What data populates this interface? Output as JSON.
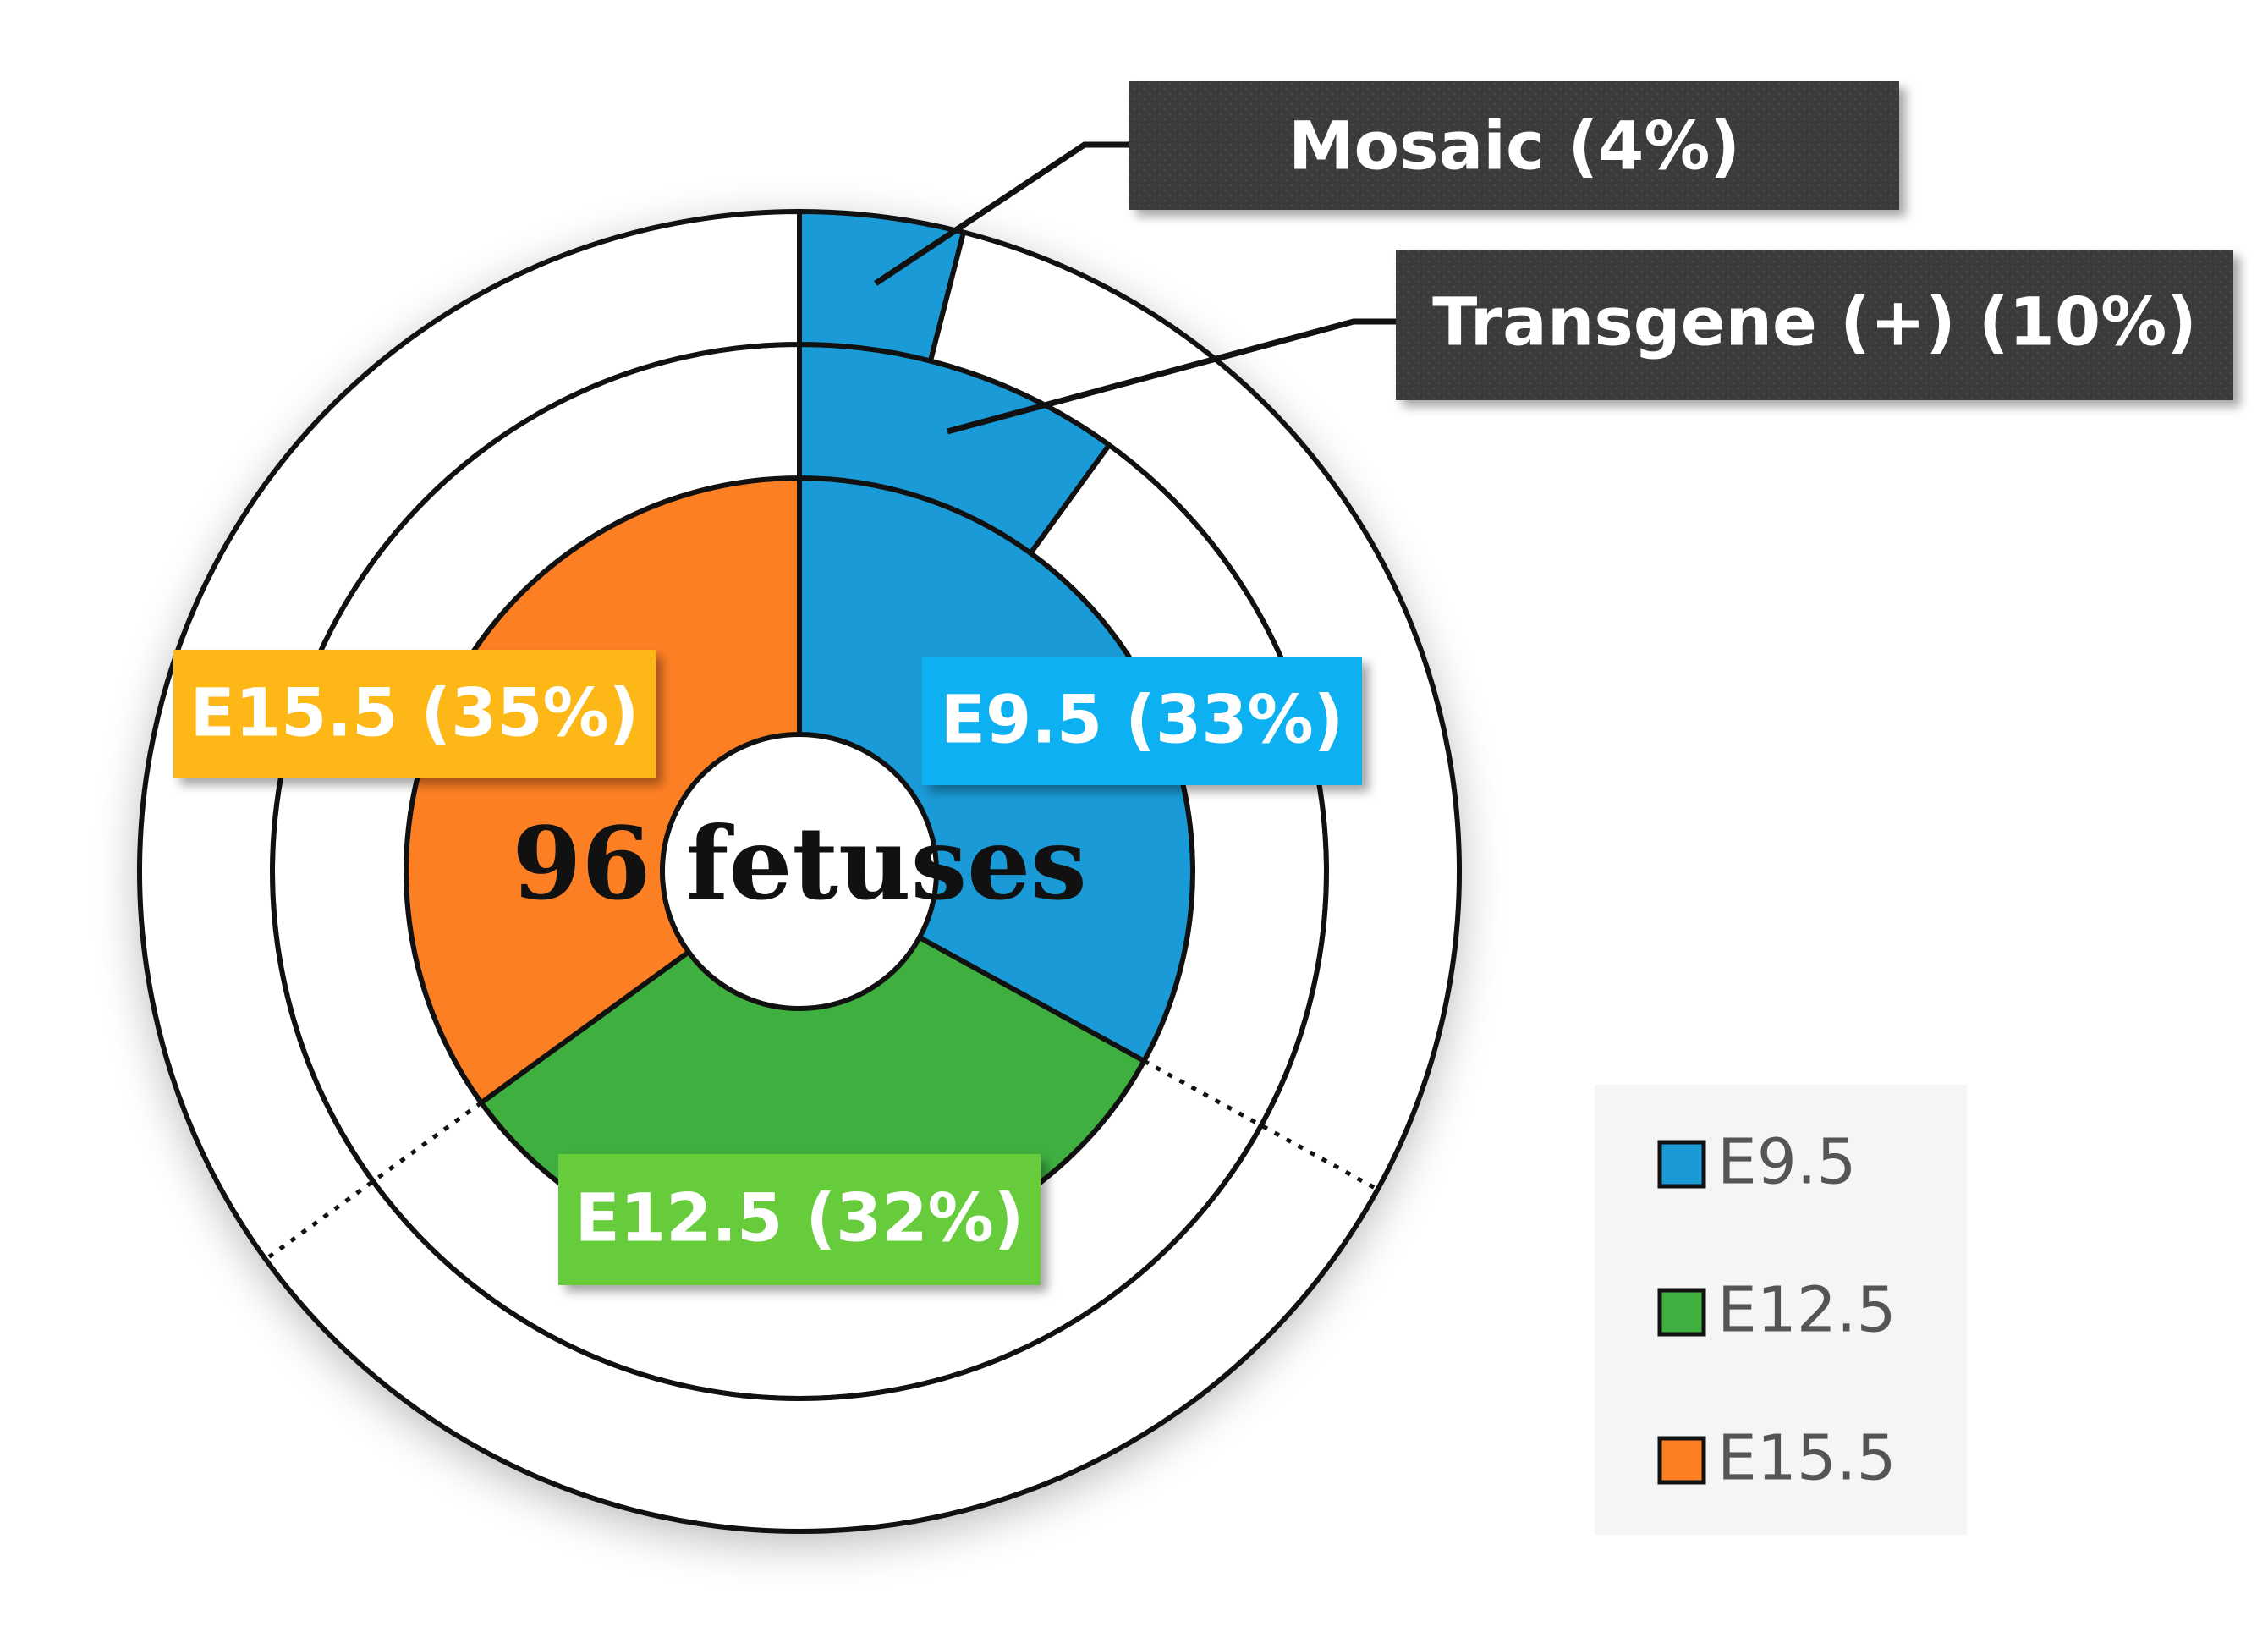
{
  "chart_data": {
    "type": "pie",
    "subtype": "nested-donut",
    "center_label": "96 fetuses",
    "categories": [
      "E9.5",
      "E12.5",
      "E15.5"
    ],
    "inner_ring": [
      {
        "name": "E9.5",
        "value": 33,
        "label": "E9.5 (33%)",
        "color": "#1a9bd7",
        "label_color": "#0eb0f0"
      },
      {
        "name": "E12.5",
        "value": 32,
        "label": "E12.5 (32%)",
        "color": "#3faf3f",
        "label_color": "#66cc3a"
      },
      {
        "name": "E15.5",
        "value": 35,
        "label": "E15.5 (35%)",
        "color": "#fd7f24",
        "label_color": "#fdb714"
      }
    ],
    "middle_ring": [
      {
        "name": "Transgene (+)",
        "value": 10,
        "label": "Transgene (+) (10%)",
        "color": "#1a9bd7"
      },
      {
        "name": "other",
        "value": 90,
        "color": "#ffffff"
      }
    ],
    "outer_ring": [
      {
        "name": "Mosaic",
        "value": 4,
        "label": "Mosaic (4%)",
        "color": "#1a9bd7"
      },
      {
        "name": "other",
        "value": 96,
        "color": "#ffffff"
      }
    ],
    "legend": {
      "position": "bottom-right",
      "items": [
        {
          "label": "E9.5",
          "color": "#1a9bd7"
        },
        {
          "label": "E12.5",
          "color": "#3faf3f"
        },
        {
          "label": "E15.5",
          "color": "#fd7f24"
        }
      ]
    },
    "callout_color": "#3a3a3a"
  }
}
